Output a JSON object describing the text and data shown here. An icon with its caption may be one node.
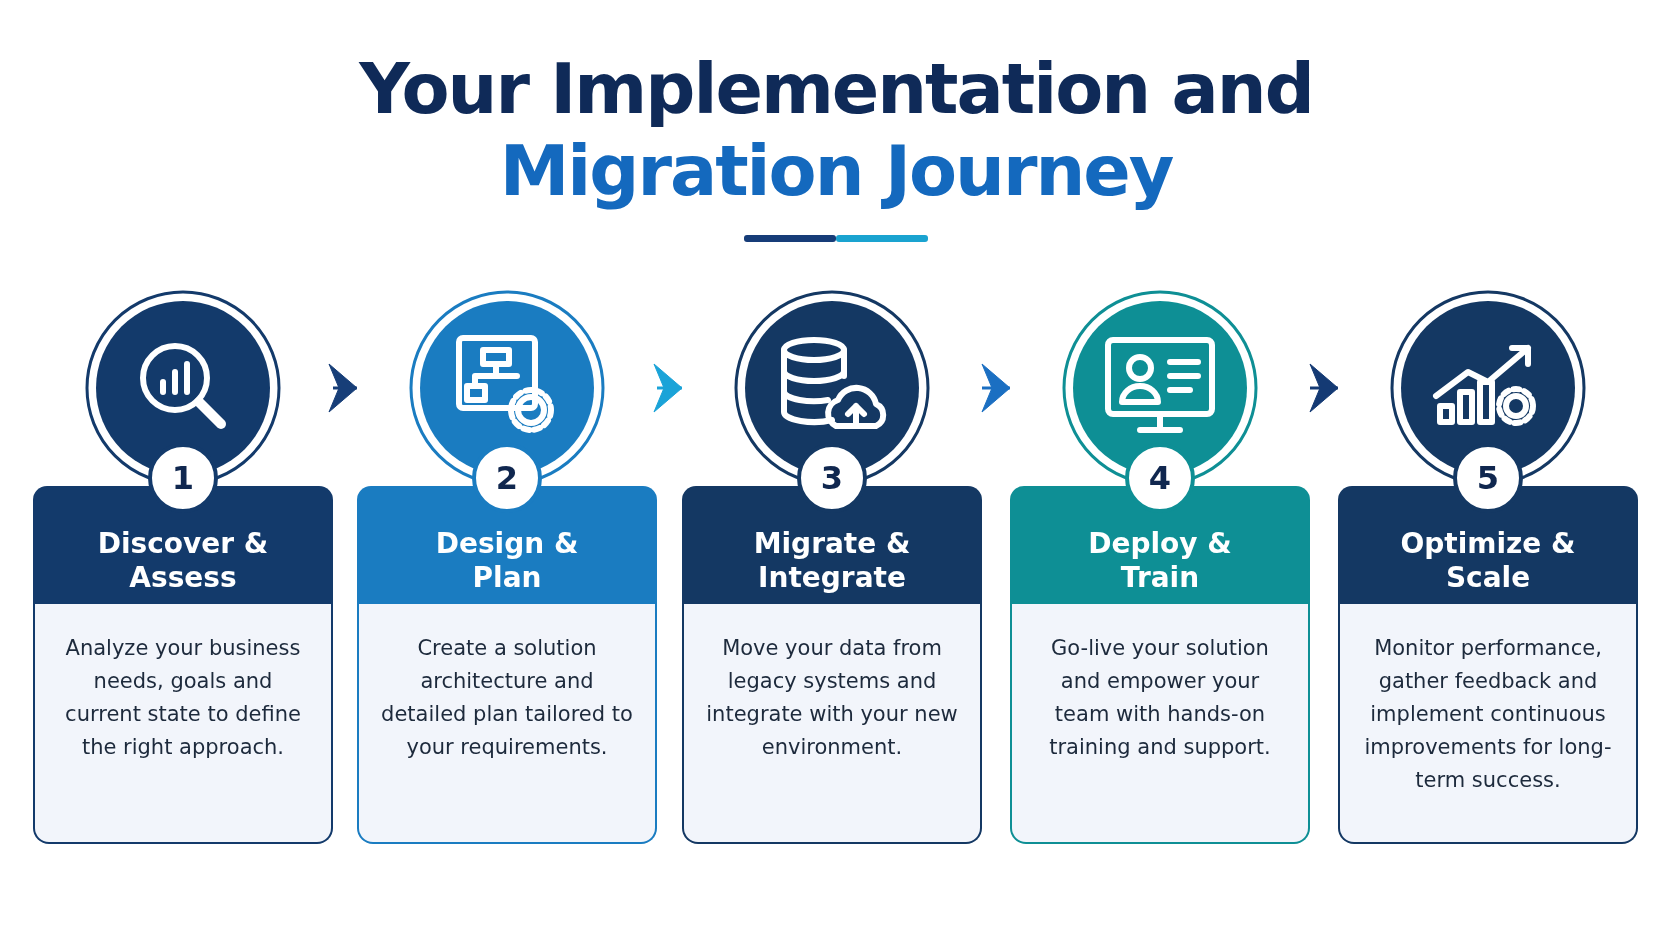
{
  "diagram": {
    "title": "Your Implementation and Migration Journey",
    "nodes": [
      {
        "text": [
          "1",
          "Discover & Assess",
          "Analyze your business needs, goals and current state to define the right approach."
        ]
      },
      {
        "text": [
          "2",
          "Design & Plan",
          "Create a solution architecture and detailed plan tailored to your requirements."
        ]
      },
      {
        "text": [
          "3",
          "Migrate & Integrate",
          "Move your data from legacy systems and integrate with your new environment."
        ]
      },
      {
        "text": [
          "4",
          "Deploy & Train",
          "Go-live your solution and empower your team with hands-on training and support."
        ]
      },
      {
        "text": [
          "5",
          "Optimize & Scale",
          "Monitor performance, gather feedback and implement continuous improvements for long-term success."
        ]
      }
    ],
    "edges": [
      {
        "from": 0,
        "to": 1,
        "arrow": "to",
        "color": "#173e78"
      },
      {
        "from": 1,
        "to": 2,
        "arrow": "to",
        "color": "#1aa3d8"
      },
      {
        "from": 2,
        "to": 3,
        "arrow": "to",
        "color": "#1b6fc2"
      },
      {
        "from": 3,
        "to": 4,
        "arrow": "to",
        "color": "#143a74"
      }
    ]
  }
}
